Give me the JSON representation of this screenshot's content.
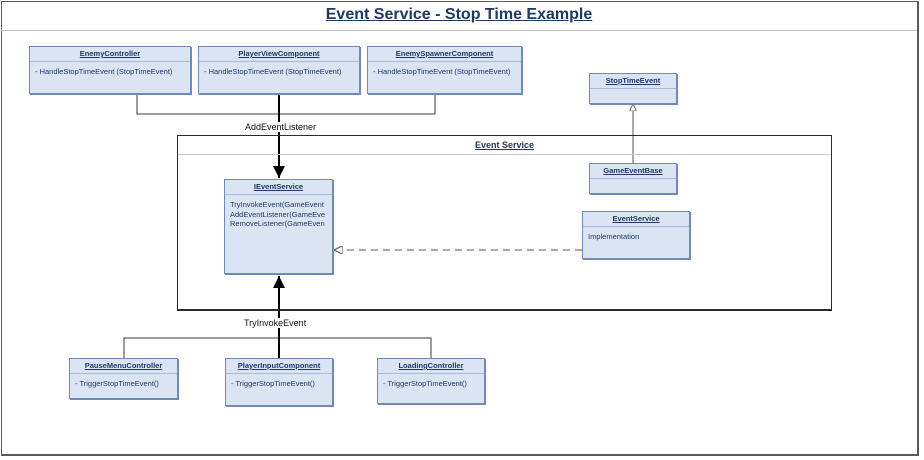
{
  "title": "Event Service - Stop Time Example",
  "package": {
    "name": "Event Service"
  },
  "labels": {
    "add_listener": "AddEventListener",
    "try_invoke": "TryInvokeEvent"
  },
  "classes": {
    "enemy_controller": {
      "name": "EnemyController",
      "members": [
        "- HandleStopTimeEvent (StopTimeEvent)"
      ]
    },
    "player_view_component": {
      "name": "PlayerViewComponent",
      "members": [
        "- HandleStopTimeEvent (StopTimeEvent)"
      ]
    },
    "enemy_spawner_component": {
      "name": "EnemySpawnerComponent",
      "members": [
        "- HandleStopTimeEvent (StopTimeEvent)"
      ]
    },
    "stop_time_event": {
      "name": "StopTimeEvent",
      "members": []
    },
    "game_event_base": {
      "name": "GameEventBase",
      "members": []
    },
    "ievent_service": {
      "name": "IEventService",
      "members": [
        "TryInvokeEvent(GameEvent",
        "AddEventListener(GameEve",
        "RemoveListener(GameEven"
      ]
    },
    "event_service": {
      "name": "EventService",
      "members": [
        "Implementation"
      ]
    },
    "pause_menu_controller": {
      "name": "PauseMenuController",
      "members": [
        "- TriggerStopTimeEvent()"
      ]
    },
    "player_input_component": {
      "name": "PlayerInputComponent",
      "members": [
        "- TriggerStopTimeEvent()"
      ]
    },
    "loading_controller": {
      "name": "LoadingController",
      "members": [
        "- TriggerStopTimeEvent()"
      ]
    }
  },
  "colors": {
    "class_fill": "#dae4f3",
    "class_border": "#6f89b8",
    "class_text": "#1f3864",
    "title": "#1f3864"
  }
}
